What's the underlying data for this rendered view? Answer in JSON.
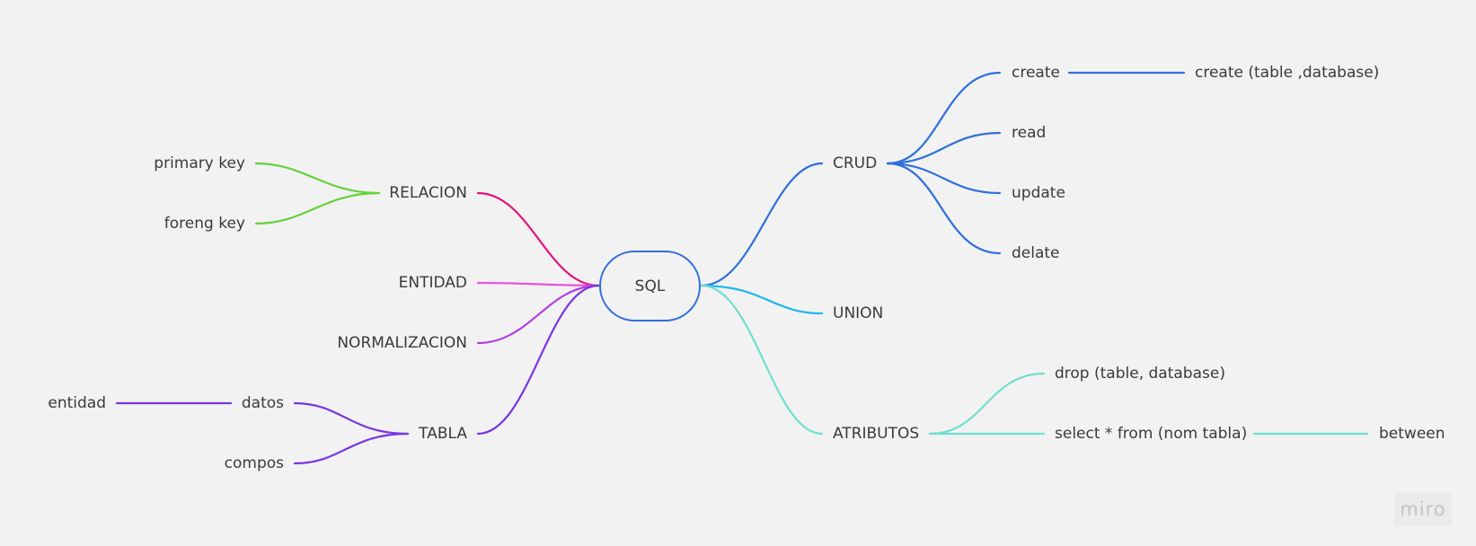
{
  "colors": {
    "blue": "#2f6fdb",
    "cyan": "#1fb8ea",
    "teal": "#6fdfcf",
    "green": "#65d13c",
    "pink": "#e2157e",
    "magenta": "#e455e0",
    "purple_light": "#b43fe0",
    "purple": "#7b35e0"
  },
  "root": {
    "label": "SQL"
  },
  "right_branches": {
    "crud": {
      "label": "CRUD",
      "children": [
        "create",
        "read",
        "update",
        "delate"
      ],
      "create_detail": "create (table ,database)"
    },
    "union": {
      "label": "UNION"
    },
    "atributos": {
      "label": "ATRIBUTOS",
      "children": [
        "drop  (table, database)",
        "select * from (nom tabla)"
      ],
      "select_detail": "between"
    }
  },
  "left_branches": {
    "relacion": {
      "label": "RELACION",
      "children": [
        "primary  key",
        "foreng key"
      ]
    },
    "entidad": {
      "label": "ENTIDAD"
    },
    "normalizacion": {
      "label": "NORMALIZACION"
    },
    "tabla": {
      "label": "TABLA",
      "children": [
        "datos",
        "compos"
      ],
      "datos_detail": "entidad"
    }
  },
  "watermark": "miro"
}
